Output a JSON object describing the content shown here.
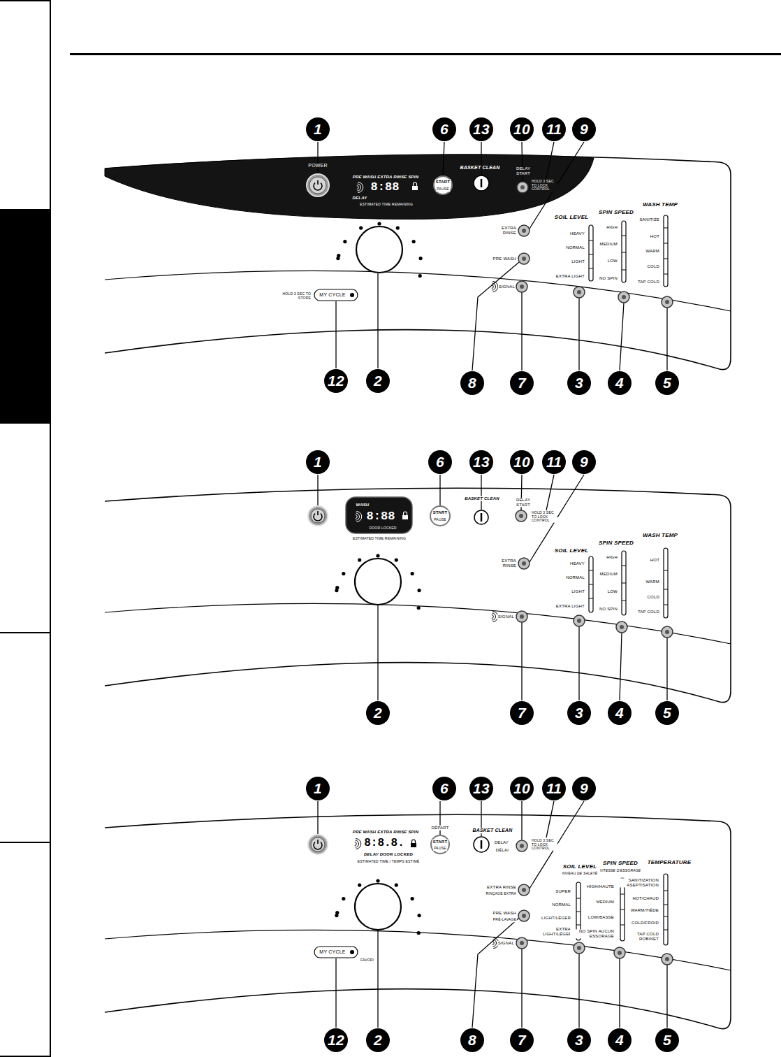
{
  "diagram": {
    "labels": [
      "1",
      "6",
      "13",
      "10",
      "11",
      "9",
      "12",
      "2",
      "8",
      "7",
      "3",
      "4",
      "5",
      "POWER",
      "PRE WASH EXTRA RINSE SPIN",
      "8:88",
      "DELAY",
      "ESTIMATED TIME REMAINING",
      "START",
      "PAUSE",
      "BASKET CLEAN",
      "DELAY START",
      "HOLD 3 SEC TO LOCK CONTROL",
      "HOLD 3 SEC TO STORE",
      "MY CYCLE",
      "EXTRA RINSE",
      "PRE WASH",
      "SIGNAL",
      "SOIL LEVEL",
      "HEAVY",
      "NORMAL",
      "LIGHT",
      "EXTRA LIGHT",
      "SPIN SPEED",
      "HIGH",
      "MEDIUM",
      "LOW",
      "NO SPIN",
      "WASH TEMP",
      "SANITIZE",
      "HOT",
      "WARM",
      "COLD",
      "TAP COLD",
      "1",
      "6",
      "13",
      "10",
      "11",
      "9",
      "2",
      "7",
      "3",
      "4",
      "5",
      "WASH",
      "8:88",
      "DOOR LOCKED",
      "ESTIMATED TIME REMAINING",
      "START",
      "PAUSE",
      "BASKET CLEAN",
      "DELAY START",
      "HOLD 3 SEC TO LOCK CONTROL",
      "EXTRA RINSE",
      "SIGNAL",
      "SOIL LEVEL",
      "HEAVY",
      "NORMAL",
      "LIGHT",
      "EXTRA LIGHT",
      "SPIN SPEED",
      "HIGH",
      "MEDIUM",
      "LOW",
      "NO SPIN",
      "WASH TEMP",
      "HOT",
      "WARM",
      "COLD",
      "TAP COLD",
      "1",
      "6",
      "13",
      "10",
      "11",
      "9",
      "12",
      "2",
      "8",
      "7",
      "3",
      "4",
      "5",
      "PRE WASH EXTRA RINSE SPIN",
      "8:8.8.",
      "DELAY DOOR LOCKED",
      "ESTIMATED TIME / TEMPS ESTIMÉ",
      "DÉPART",
      "START",
      "PAUSE",
      "BASKET CLEAN",
      "DELAY",
      "DÉLAI",
      "HOLD 3 SEC TO LOCK CONTROL",
      "MY CYCLE",
      "FAVORI",
      "EXTRA RINSE",
      "RINÇAGE EXTRA",
      "PRE WASH",
      "PRÉ-LAVAGE",
      "SIGNAL",
      "SOIL LEVEL",
      "NIVEAU DE SALETÉ",
      "SUPER",
      "NORMAL",
      "LIGHT/LÉGER",
      "EXTRA LIGHT/LÉGER",
      "SPIN SPEED",
      "VITESSE D'ESSORAGE",
      "HIGH/HAUTE",
      "MEDIUM",
      "LOW/BASSE",
      "NO SPIN AUCUN ESSORAGE",
      "TEMPERATURE",
      "SANITIZATION ASEPTISATION",
      "HOT/CHAUD",
      "WARM/TIÈDE",
      "COLD/FROID",
      "TAP COLD ROBINET"
    ]
  }
}
